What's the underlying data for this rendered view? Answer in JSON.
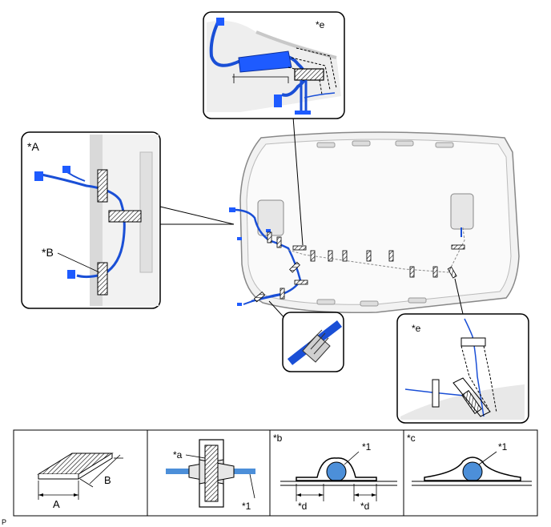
{
  "callouts": {
    "inset_A": "*A",
    "inset_B": "*B",
    "inset_top_e": "*e",
    "inset_right_e": "*e"
  },
  "legend": {
    "cell1": {
      "dim_a": "A",
      "dim_b": "B"
    },
    "cell2": {
      "label_a": "*a",
      "label_1": "*1"
    },
    "cell3": {
      "corner": "*b",
      "label_1": "*1",
      "label_d_left": "*d",
      "label_d_right": "*d"
    },
    "cell4": {
      "corner": "*c",
      "label_1": "*1"
    }
  },
  "footer_code": "P",
  "colors": {
    "wire": "#1a4fd6",
    "connector": "#1e5bff",
    "outline": "#000000",
    "body_gray": "#d9d9d9"
  }
}
